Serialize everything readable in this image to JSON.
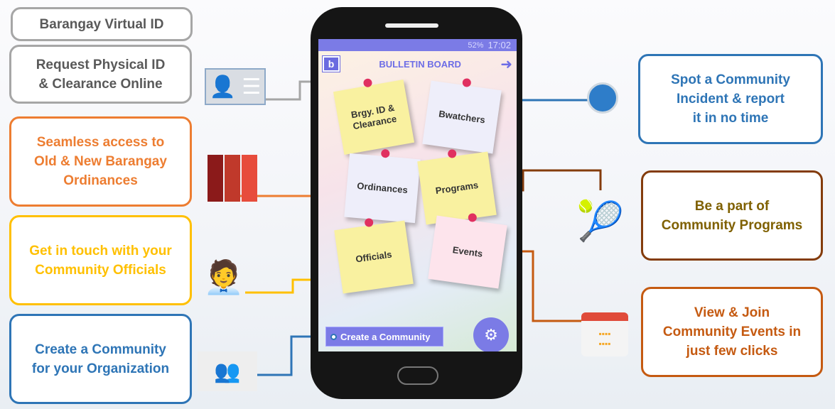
{
  "left_boxes": [
    {
      "text": "Barangay Virtual ID",
      "color": "#595959",
      "border": "#a6a6a6"
    },
    {
      "text": "Request Physical ID\n& Clearance Online",
      "color": "#595959",
      "border": "#a6a6a6"
    },
    {
      "text": "Seamless access to\nOld & New Barangay\nOrdinances",
      "color": "#ed7d31",
      "border": "#ed7d31"
    },
    {
      "text": "Get in touch with your\nCommunity Officials",
      "color": "#ffc000",
      "border": "#ffc000"
    },
    {
      "text": "Create a Community\nfor your Organization",
      "color": "#2e75b6",
      "border": "#2e75b6"
    }
  ],
  "right_boxes": [
    {
      "text": "Spot a Community\nIncident & report\nit in no time",
      "color": "#2e75b6",
      "border": "#2e75b6"
    },
    {
      "text": "Be a part of\nCommunity Programs",
      "color": "#7f6000",
      "border": "#843c0c"
    },
    {
      "text": "View & Join\nCommunity Events in\njust few clicks",
      "color": "#c55a11",
      "border": "#c55a11"
    }
  ],
  "phone": {
    "status": {
      "battery": "52%",
      "time": "17:02"
    },
    "logo": "b",
    "title": "BULLETIN BOARD",
    "notes": [
      "Brgy. ID &\nClearance",
      "Bwatchers",
      "Ordinances",
      "Programs",
      "Officials",
      "Events"
    ],
    "create_label": "Create a Community"
  }
}
